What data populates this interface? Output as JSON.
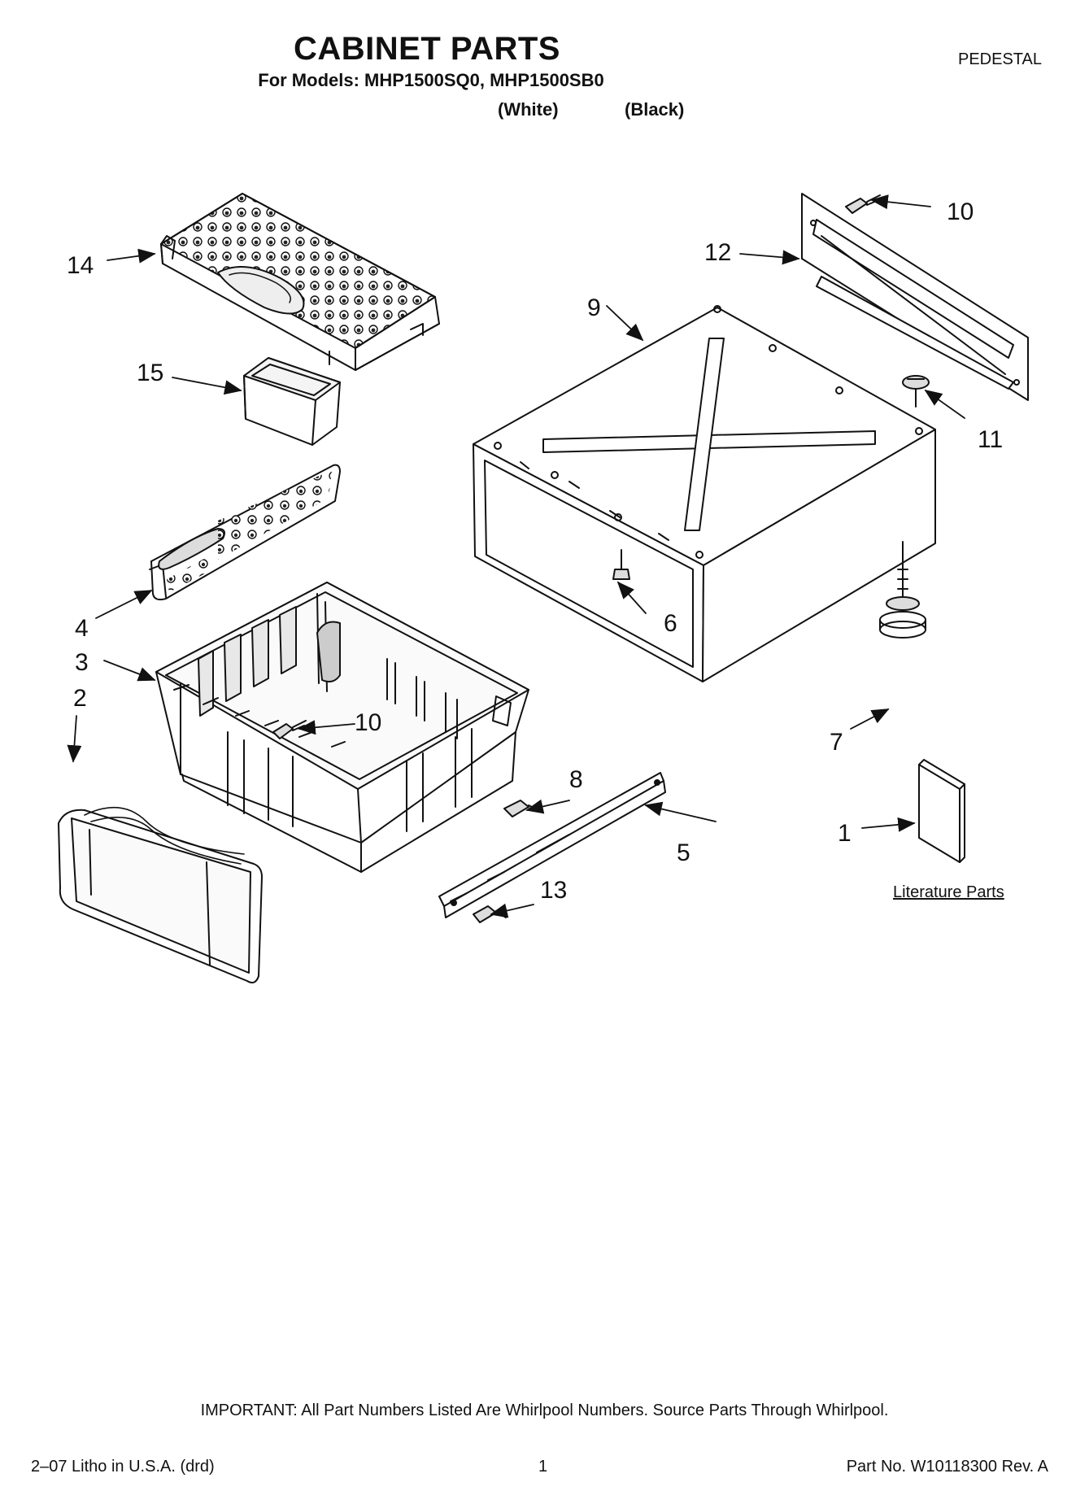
{
  "header": {
    "title": "CABINET PARTS",
    "models": "For Models: MHP1500SQ0, MHP1500SB0",
    "color_white": "(White)",
    "color_black": "(Black)",
    "section": "PEDESTAL"
  },
  "callouts": {
    "c1": "1",
    "c2": "2",
    "c3": "3",
    "c4": "4",
    "c5": "5",
    "c6": "6",
    "c7": "7",
    "c8": "8",
    "c9": "9",
    "c10a": "10",
    "c10b": "10",
    "c11": "11",
    "c12": "12",
    "c13": "13",
    "c14": "14",
    "c15": "15"
  },
  "literature_label": "Literature Parts",
  "footer": {
    "important": "IMPORTANT: All Part Numbers Listed Are Whirlpool Numbers. Source Parts Through Whirlpool.",
    "litho": "2–07 Litho in U.S.A. (drd)",
    "page": "1",
    "part_no": "Part No. W10118300 Rev. A"
  }
}
